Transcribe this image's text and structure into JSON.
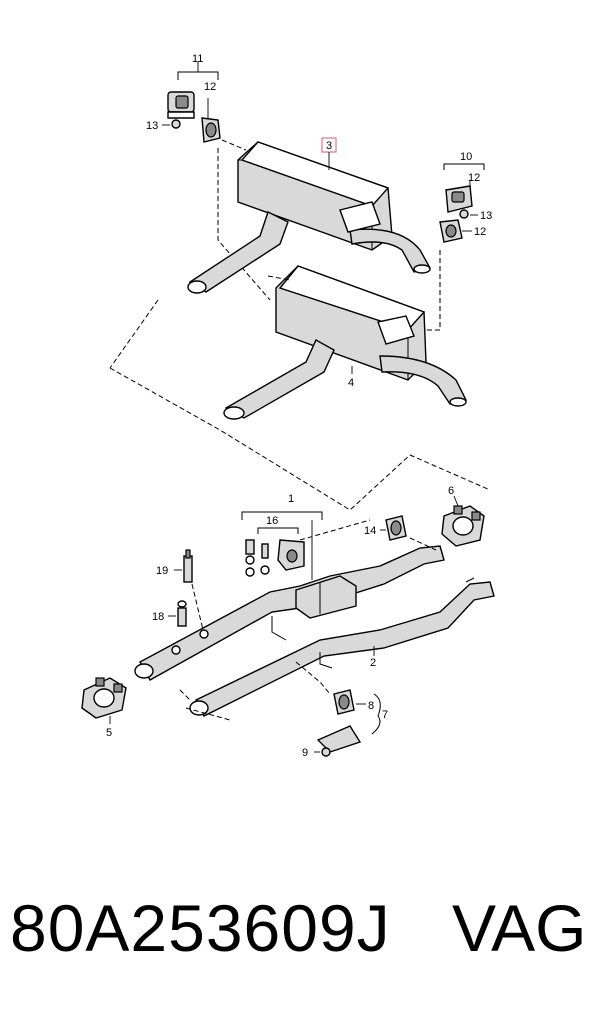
{
  "callouts": {
    "c1": "1",
    "c2": "2",
    "c3": "3",
    "c4": "4",
    "c5": "5",
    "c6": "6",
    "c7": "7",
    "c8": "8",
    "c9": "9",
    "c10": "10",
    "c11": "11",
    "c12a": "12",
    "c12b": "12",
    "c12c": "12",
    "c13a": "13",
    "c13b": "13",
    "c14": "14",
    "c16": "16",
    "c18": "18",
    "c19": "19"
  },
  "footer": {
    "part_number": "80A253609J",
    "brand": "VAG"
  },
  "colors": {
    "highlight_box": "#e0758a",
    "shading": "#d9d9d9"
  }
}
